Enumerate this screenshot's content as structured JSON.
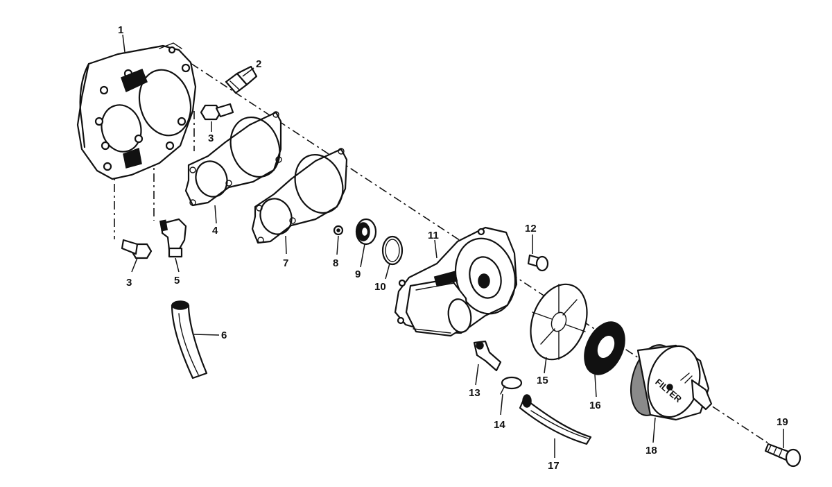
{
  "callouts": [
    {
      "id": "c1",
      "label": "1"
    },
    {
      "id": "c2",
      "label": "2"
    },
    {
      "id": "c3a",
      "label": "3"
    },
    {
      "id": "c3b",
      "label": "3"
    },
    {
      "id": "c4",
      "label": "4"
    },
    {
      "id": "c5",
      "label": "5"
    },
    {
      "id": "c6",
      "label": "6"
    },
    {
      "id": "c7",
      "label": "7"
    },
    {
      "id": "c8",
      "label": "8"
    },
    {
      "id": "c9",
      "label": "9"
    },
    {
      "id": "c10",
      "label": "10"
    },
    {
      "id": "c11",
      "label": "11"
    },
    {
      "id": "c12",
      "label": "12"
    },
    {
      "id": "c13",
      "label": "13"
    },
    {
      "id": "c14",
      "label": "14"
    },
    {
      "id": "c15",
      "label": "15"
    },
    {
      "id": "c16",
      "label": "16"
    },
    {
      "id": "c17",
      "label": "17"
    },
    {
      "id": "c18",
      "label": "18"
    },
    {
      "id": "c19",
      "label": "19"
    }
  ],
  "filter_label": "FILTER"
}
